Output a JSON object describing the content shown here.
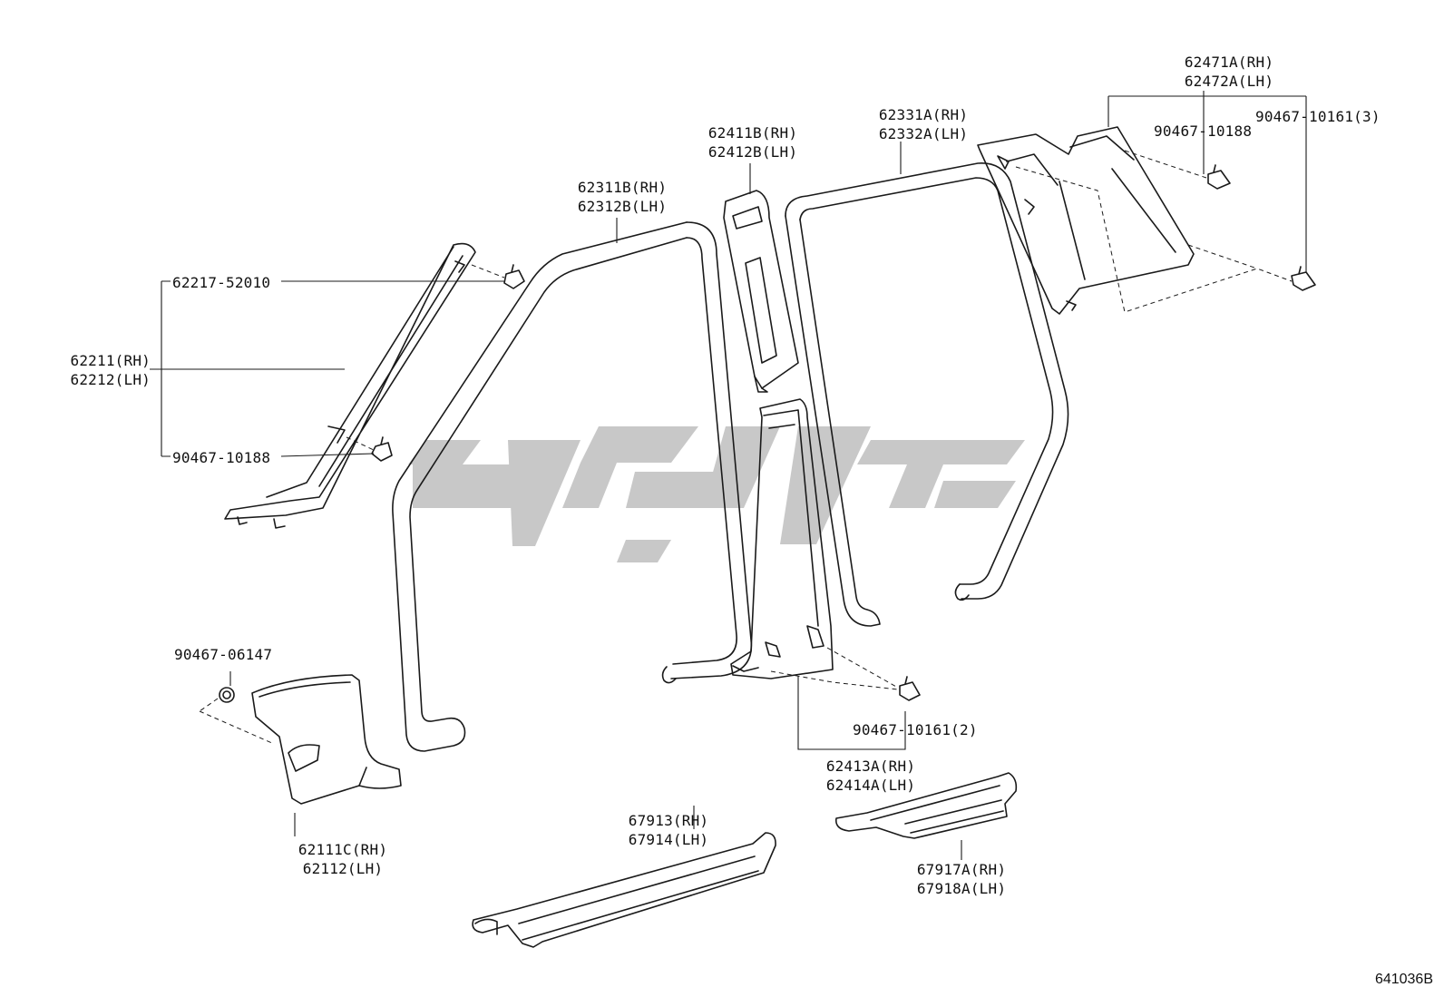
{
  "labels": {
    "l62217": "62217-52010",
    "l62211": "62211(RH)\n62212(LH)",
    "l90467a": "90467-10188",
    "l62311": "62311B(RH)\n62312B(LH)",
    "l62411": "62411B(RH)\n62412B(LH)",
    "l62331": "62331A(RH)\n62332A(LH)",
    "l62471": "62471A(RH)\n62472A(LH)",
    "l90467b": "90467-10188",
    "l90467c": "90467-10161(3)",
    "l90467d": "90467-06147",
    "l62111": "62111C(RH)\n62112(LH)",
    "l90467e": "90467-10161(2)",
    "l62413": "62413A(RH)\n62414A(LH)",
    "l67913": "67913(RH)\n67914(LH)",
    "l67917": "67917A(RH)\n67918A(LH)"
  },
  "reference_number": "641036B",
  "colors": {
    "line": "#1a1a1a",
    "watermark": "#c8c8c8"
  }
}
